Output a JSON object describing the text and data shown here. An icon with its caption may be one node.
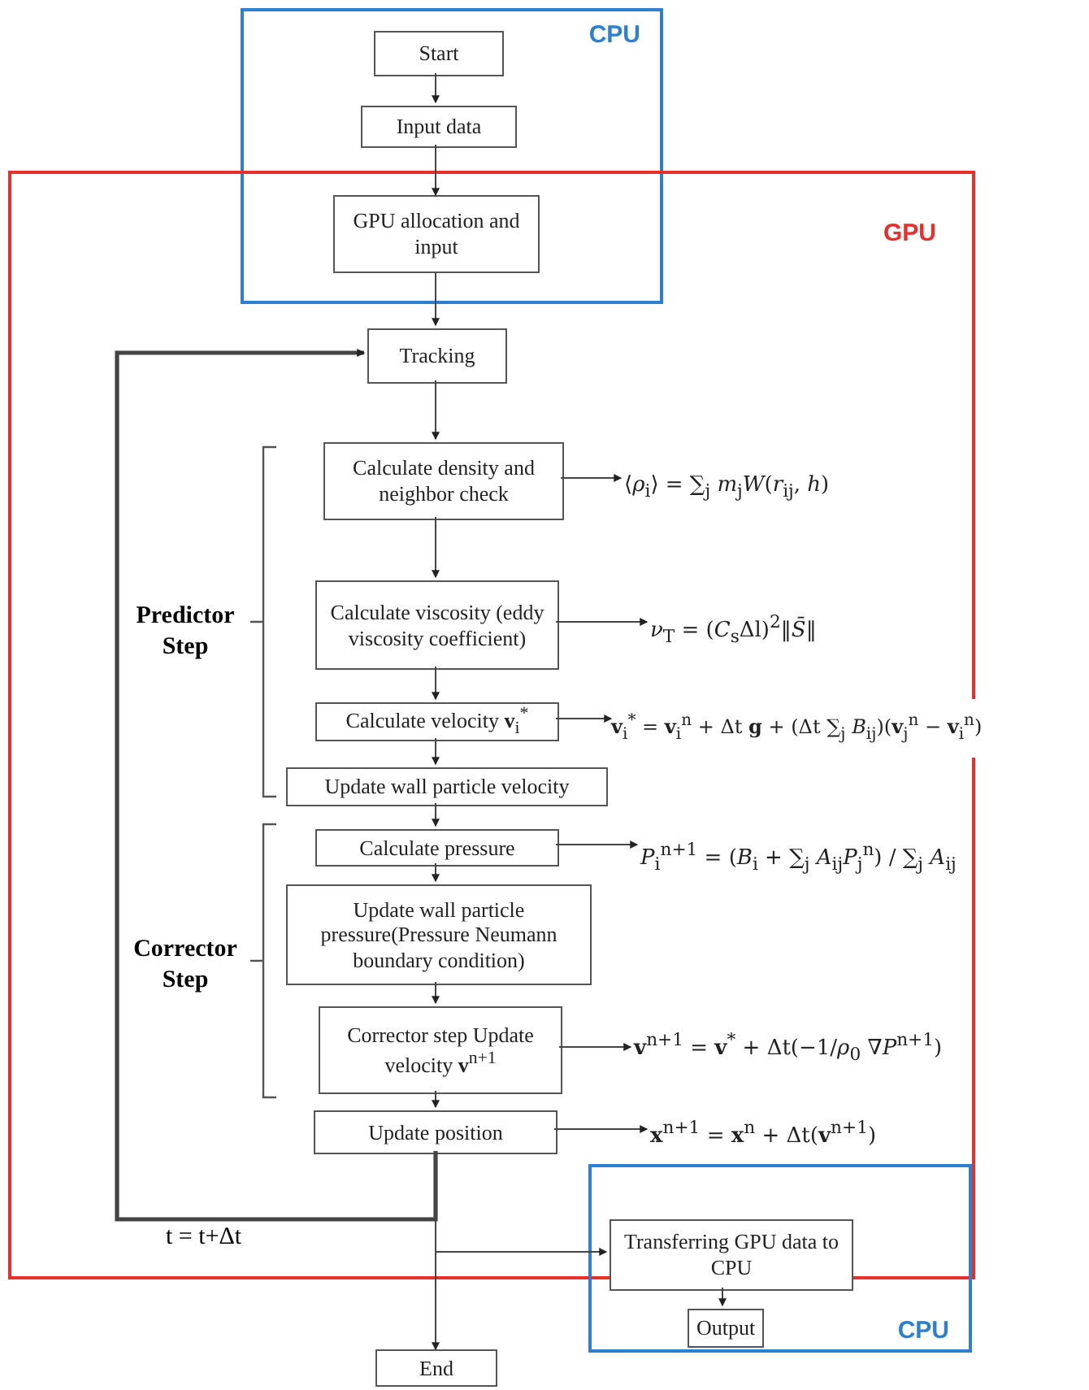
{
  "diagram": {
    "nodes": [
      {
        "text": [
          "CPU"
        ]
      },
      {
        "text": [
          "Start"
        ],
        "in": 0
      },
      {
        "text": [
          "Input data"
        ],
        "in": 0
      },
      {
        "text": [
          "GPU"
        ]
      },
      {
        "text": [
          "GPU allocation and input"
        ]
      },
      {
        "text": [
          "Tracking"
        ],
        "in": 3
      },
      {
        "text": [
          "Calculate density and neighbor check"
        ],
        "in": 3
      },
      {
        "text": [
          "Calculate viscosity (eddy viscosity coefficient)"
        ],
        "in": 3
      },
      {
        "text": [
          "Calculate velocity **v**$_{i}$$^{*}$"
        ],
        "in": 3
      },
      {
        "text": [
          "Update wall particle velocity"
        ],
        "in": 3
      },
      {
        "text": [
          "Calculate pressure"
        ],
        "in": 3
      },
      {
        "text": [
          "Update wall particle pressure(Pressure Neumann boundary condition)"
        ],
        "in": 3
      },
      {
        "text": [
          "Corrector step Update velocity **v**$^{n+1}$"
        ],
        "in": 3
      },
      {
        "text": [
          "Update position"
        ],
        "in": 3
      },
      {
        "text": [
          "Transferring GPU data to CPU"
        ],
        "in": 15
      },
      {
        "text": [
          "CPU"
        ]
      },
      {
        "text": [
          "Output"
        ],
        "in": 15
      },
      {
        "text": [
          "End"
        ]
      },
      {
        "text": [
          "⟨*ρ*$_{i}$⟩ = ∑$_{j}$ *m*$_{j}$*W*(*r*$_{ij}$, *h*)"
        ],
        "in": 3
      },
      {
        "text": [
          "*ν*$_{T}$ = (*C*$_{s}$Δl)$^{2}$‖*S̄*‖"
        ],
        "in": 3
      },
      {
        "text": [
          "**v**$_{i}$$^{*}$ = **v**$_{i}$$^{n}$ + Δt **g** + (Δt ∑$_{j}$ *B*$_{ij}$)(**v**$_{j}$$^{n}$ − **v**$_{i}$$^{n}$)"
        ]
      },
      {
        "text": [
          "*P*$_{i}$$^{n+1}$ = (*B*$_{i}$ + ∑$_{j}$ *A*$_{ij}$*P*$_{j}$$^{n}$) / ∑$_{j}$ *A*$_{ij}$"
        ],
        "in": 3
      },
      {
        "text": [
          "**v**$^{n+1}$ = **v**$^{*}$ + Δt(−1/*ρ*$_{0}$ ∇*P*$^{n+1}$)"
        ],
        "in": 3
      },
      {
        "text": [
          "**x**$^{n+1}$ = **x**$^{n}$ + Δt(**v**$^{n+1}$)"
        ],
        "in": 3
      }
    ],
    "edges": [
      {
        "from": 1,
        "to": 2,
        "arrow": "to"
      },
      {
        "from": 2,
        "to": 4,
        "arrow": "to"
      },
      {
        "from": 4,
        "to": 5,
        "arrow": "to"
      },
      {
        "from": 5,
        "to": 6,
        "arrow": "to"
      },
      {
        "from": 6,
        "to": 7,
        "arrow": "to"
      },
      {
        "from": 7,
        "to": 8,
        "arrow": "to"
      },
      {
        "from": 8,
        "to": 9,
        "arrow": "to"
      },
      {
        "from": 9,
        "to": 10,
        "arrow": "to"
      },
      {
        "from": 10,
        "to": 11,
        "arrow": "to"
      },
      {
        "from": 11,
        "to": 12,
        "arrow": "to"
      },
      {
        "from": 12,
        "to": 13,
        "arrow": "to"
      },
      {
        "from": 13,
        "to": 14,
        "arrow": "to"
      },
      {
        "from": 13,
        "to": 17,
        "arrow": "to"
      },
      {
        "from": 13,
        "to": 5,
        "arrow": "to",
        "label": "t = t+Δt",
        "style": "thick"
      },
      {
        "from": 14,
        "to": 16,
        "arrow": "to"
      },
      {
        "from": 6,
        "to": 18,
        "arrow": "to"
      },
      {
        "from": 7,
        "to": 19,
        "arrow": "to"
      },
      {
        "from": 8,
        "to": 20,
        "arrow": "to"
      },
      {
        "from": 10,
        "to": 21,
        "arrow": "to"
      },
      {
        "from": 12,
        "to": 22,
        "arrow": "to"
      },
      {
        "from": 13,
        "to": 23,
        "arrow": "to"
      }
    ],
    "labels": [
      "Predictor Step",
      "Corrector Step"
    ]
  }
}
